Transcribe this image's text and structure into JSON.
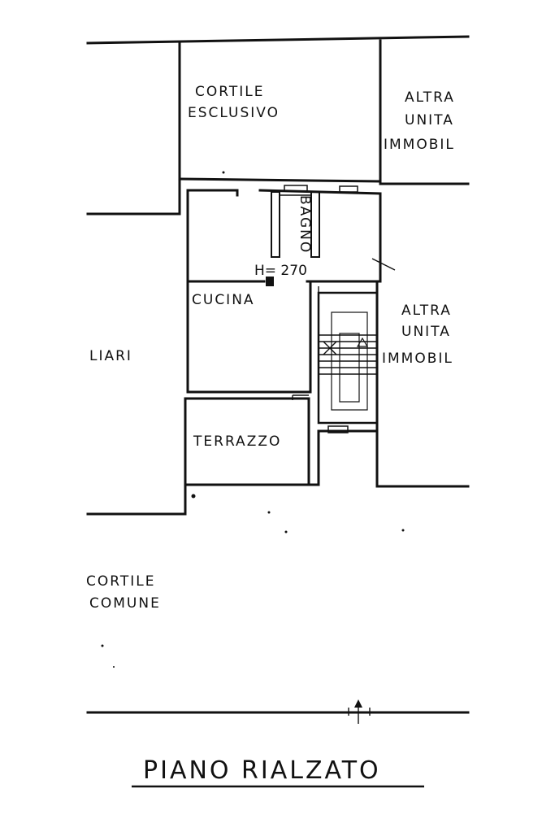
{
  "labels": {
    "cortile_esclusivo": [
      "CORTILE",
      "ESCLUSIVO"
    ],
    "altra_unita_top": [
      "ALTRA",
      "UNITA",
      "IMMOBIL"
    ],
    "bagno": "BAGNO",
    "height": "H= 270",
    "cucina": "CUCINA",
    "altra_unita_right": [
      "ALTRA",
      "UNITA",
      "IMMOBIL"
    ],
    "liari": "LIARI",
    "terrazzo": "TERRAZZO",
    "cortile_comune": [
      "CORTILE",
      "COMUNE"
    ]
  },
  "title": "PIANO RIALZATO"
}
